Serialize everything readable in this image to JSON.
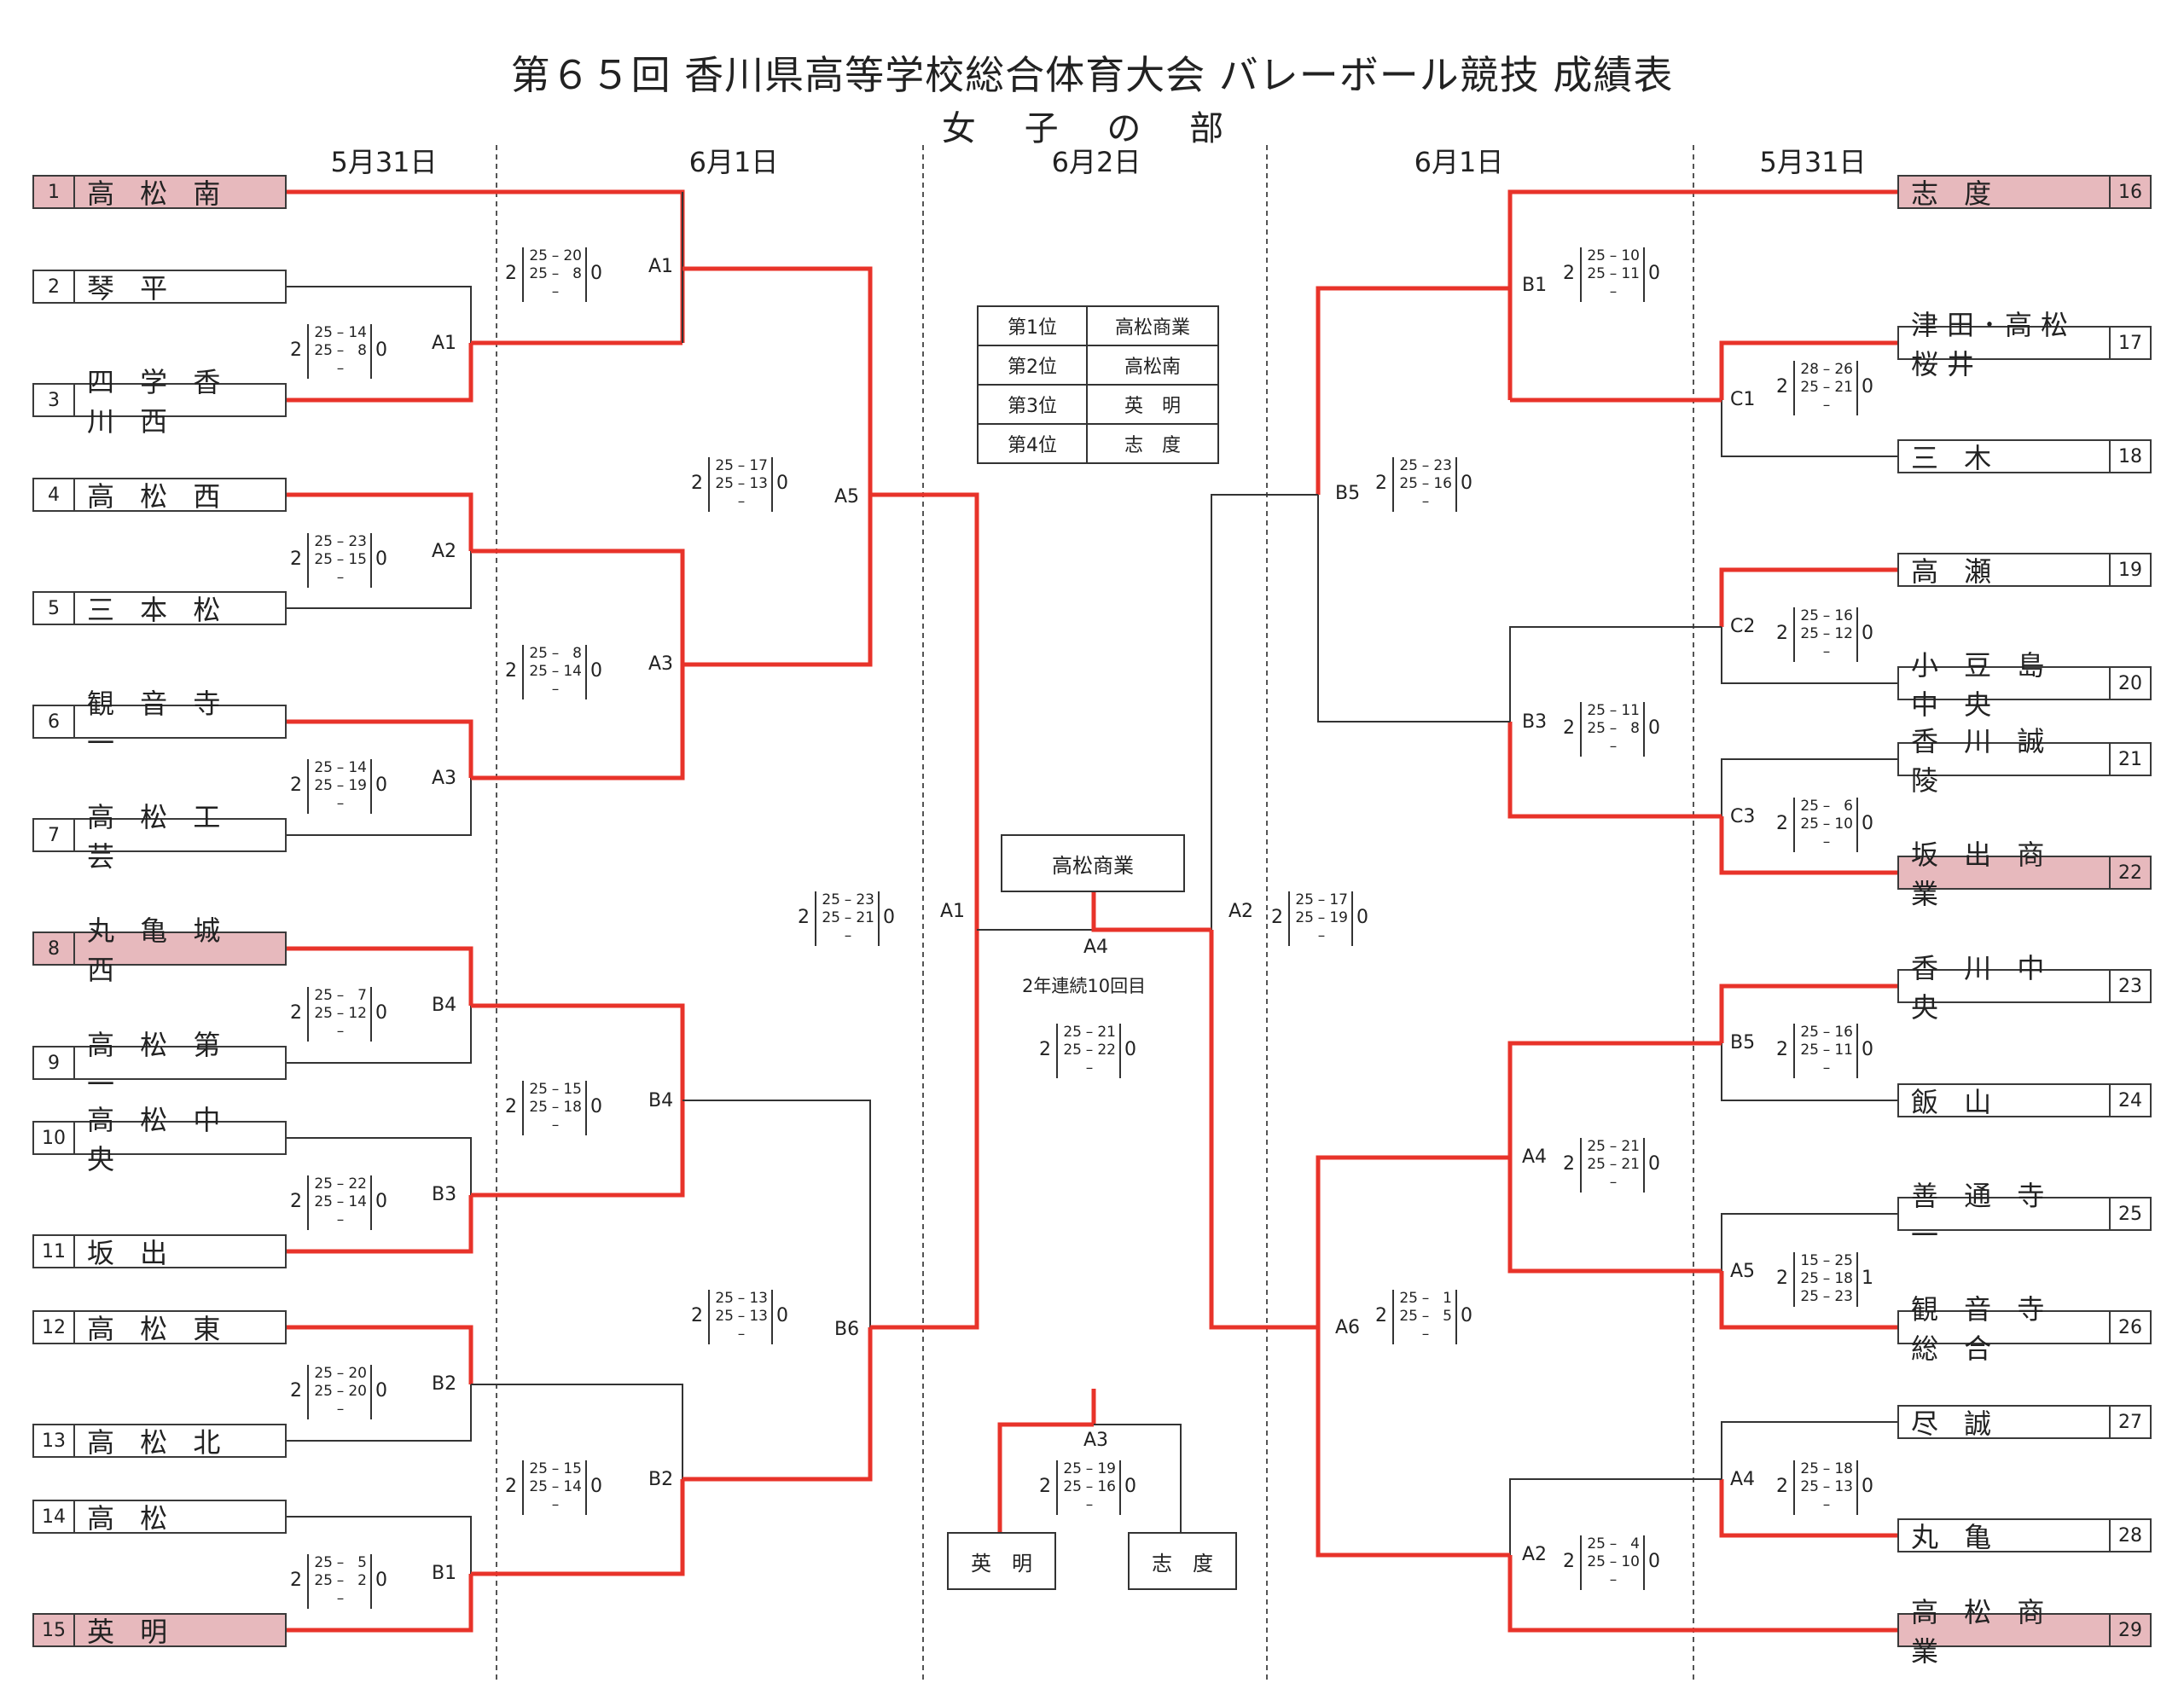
{
  "title": "第６５回 香川県高等学校総合体育大会 バレーボール競技 成績表",
  "subtitle": "女 子 の 部",
  "dates": {
    "left_r1": "5月31日",
    "left_r2": "6月1日",
    "center": "6月2日",
    "right_r2": "6月1日",
    "right_r1": "5月31日"
  },
  "teams_left": [
    {
      "num": "1",
      "name": "高 松 南",
      "hl": true
    },
    {
      "num": "2",
      "name": "琴 平",
      "hl": false
    },
    {
      "num": "3",
      "name": "四 学 香 川 西",
      "hl": false
    },
    {
      "num": "4",
      "name": "高 松 西",
      "hl": false
    },
    {
      "num": "5",
      "name": "三 本 松",
      "hl": false
    },
    {
      "num": "6",
      "name": "観 音 寺 一",
      "hl": false
    },
    {
      "num": "7",
      "name": "高 松 工 芸",
      "hl": false
    },
    {
      "num": "8",
      "name": "丸 亀 城 西",
      "hl": true
    },
    {
      "num": "9",
      "name": "高 松 第 一",
      "hl": false
    },
    {
      "num": "10",
      "name": "高 松 中 央",
      "hl": false
    },
    {
      "num": "11",
      "name": "坂 出",
      "hl": false
    },
    {
      "num": "12",
      "name": "高 松 東",
      "hl": false
    },
    {
      "num": "13",
      "name": "高 松 北",
      "hl": false
    },
    {
      "num": "14",
      "name": "高 松",
      "hl": false
    },
    {
      "num": "15",
      "name": "英 明",
      "hl": true
    }
  ],
  "teams_right": [
    {
      "num": "16",
      "name": "志 度",
      "hl": true
    },
    {
      "num": "17",
      "name": "津田･高松桜井",
      "hl": false
    },
    {
      "num": "18",
      "name": "三 木",
      "hl": false
    },
    {
      "num": "19",
      "name": "高 瀬",
      "hl": false
    },
    {
      "num": "20",
      "name": "小 豆 島 中 央",
      "hl": false
    },
    {
      "num": "21",
      "name": "香 川 誠 陵",
      "hl": false
    },
    {
      "num": "22",
      "name": "坂 出 商 業",
      "hl": true
    },
    {
      "num": "23",
      "name": "香 川 中 央",
      "hl": false
    },
    {
      "num": "24",
      "name": "飯 山",
      "hl": false
    },
    {
      "num": "25",
      "name": "善 通 寺 一",
      "hl": false
    },
    {
      "num": "26",
      "name": "観 音 寺 総 合",
      "hl": false
    },
    {
      "num": "27",
      "name": "尽 誠",
      "hl": false
    },
    {
      "num": "28",
      "name": "丸 亀",
      "hl": false
    },
    {
      "num": "29",
      "name": "高 松 商 業",
      "hl": true
    }
  ],
  "match_labels": {
    "l1": "A1",
    "l2": "A2",
    "l3": "A3",
    "l4": "B4",
    "l5": "B3",
    "l6": "B2",
    "l7": "B1",
    "l2_1": "A1",
    "l2_2": "A3",
    "l2_3": "B4",
    "l2_4": "B2",
    "l3_1": "A5",
    "l3_2": "B6",
    "l4_1": "A1",
    "r1": "C1",
    "r2": "C2",
    "r3": "C3",
    "r4": "B5",
    "r5": "A5",
    "r6": "A4",
    "r2_1": "B1",
    "r2_2": "B3",
    "r2_3": "A4",
    "r2_4": "A2",
    "r3_1": "B5",
    "r3_2": "A6",
    "r4_1": "A2",
    "final": "A4",
    "third": "A3"
  },
  "scores": [
    {
      "id": "s_l1",
      "w": "2",
      "l": "0",
      "sets": [
        [
          "25",
          "14"
        ],
        [
          "25",
          "8"
        ],
        [
          "",
          ""
        ]
      ]
    },
    {
      "id": "s_l2",
      "w": "2",
      "l": "0",
      "sets": [
        [
          "25",
          "23"
        ],
        [
          "25",
          "15"
        ],
        [
          "",
          ""
        ]
      ]
    },
    {
      "id": "s_l3",
      "w": "2",
      "l": "0",
      "sets": [
        [
          "25",
          "14"
        ],
        [
          "25",
          "19"
        ],
        [
          "",
          ""
        ]
      ]
    },
    {
      "id": "s_l4",
      "w": "2",
      "l": "0",
      "sets": [
        [
          "25",
          "7"
        ],
        [
          "25",
          "12"
        ],
        [
          "",
          ""
        ]
      ]
    },
    {
      "id": "s_l5",
      "w": "2",
      "l": "0",
      "sets": [
        [
          "25",
          "22"
        ],
        [
          "25",
          "14"
        ],
        [
          "",
          ""
        ]
      ]
    },
    {
      "id": "s_l6",
      "w": "2",
      "l": "0",
      "sets": [
        [
          "25",
          "20"
        ],
        [
          "25",
          "20"
        ],
        [
          "",
          ""
        ]
      ]
    },
    {
      "id": "s_l7",
      "w": "2",
      "l": "0",
      "sets": [
        [
          "25",
          "5"
        ],
        [
          "25",
          "2"
        ],
        [
          "",
          ""
        ]
      ]
    },
    {
      "id": "s_l2_1",
      "w": "2",
      "l": "0",
      "sets": [
        [
          "25",
          "20"
        ],
        [
          "25",
          "8"
        ],
        [
          "",
          ""
        ]
      ]
    },
    {
      "id": "s_l2_2",
      "w": "2",
      "l": "0",
      "sets": [
        [
          "25",
          "8"
        ],
        [
          "25",
          "14"
        ],
        [
          "",
          ""
        ]
      ]
    },
    {
      "id": "s_l2_3",
      "w": "2",
      "l": "0",
      "sets": [
        [
          "25",
          "15"
        ],
        [
          "25",
          "18"
        ],
        [
          "",
          ""
        ]
      ]
    },
    {
      "id": "s_l2_4",
      "w": "2",
      "l": "0",
      "sets": [
        [
          "25",
          "15"
        ],
        [
          "25",
          "14"
        ],
        [
          "",
          ""
        ]
      ]
    },
    {
      "id": "s_l3_1",
      "w": "2",
      "l": "0",
      "sets": [
        [
          "25",
          "17"
        ],
        [
          "25",
          "13"
        ],
        [
          "",
          ""
        ]
      ]
    },
    {
      "id": "s_l3_2",
      "w": "2",
      "l": "0",
      "sets": [
        [
          "25",
          "13"
        ],
        [
          "25",
          "13"
        ],
        [
          "",
          ""
        ]
      ]
    },
    {
      "id": "s_l4_1",
      "w": "2",
      "l": "0",
      "sets": [
        [
          "25",
          "23"
        ],
        [
          "25",
          "21"
        ],
        [
          "",
          ""
        ]
      ]
    },
    {
      "id": "s_r2_1",
      "w": "2",
      "l": "0",
      "sets": [
        [
          "25",
          "10"
        ],
        [
          "25",
          "11"
        ],
        [
          "",
          ""
        ]
      ]
    },
    {
      "id": "s_r1",
      "w": "2",
      "l": "0",
      "sets": [
        [
          "28",
          "26"
        ],
        [
          "25",
          "21"
        ],
        [
          "",
          ""
        ]
      ]
    },
    {
      "id": "s_r3_1",
      "w": "2",
      "l": "0",
      "sets": [
        [
          "25",
          "23"
        ],
        [
          "25",
          "16"
        ],
        [
          "",
          ""
        ]
      ]
    },
    {
      "id": "s_r2",
      "w": "2",
      "l": "0",
      "sets": [
        [
          "25",
          "16"
        ],
        [
          "25",
          "12"
        ],
        [
          "",
          ""
        ]
      ]
    },
    {
      "id": "s_r2_2",
      "w": "2",
      "l": "0",
      "sets": [
        [
          "25",
          "11"
        ],
        [
          "25",
          "8"
        ],
        [
          "",
          ""
        ]
      ]
    },
    {
      "id": "s_r3",
      "w": "2",
      "l": "0",
      "sets": [
        [
          "25",
          "6"
        ],
        [
          "25",
          "10"
        ],
        [
          "",
          ""
        ]
      ]
    },
    {
      "id": "s_r4_1",
      "w": "2",
      "l": "0",
      "sets": [
        [
          "25",
          "17"
        ],
        [
          "25",
          "19"
        ],
        [
          "",
          ""
        ]
      ]
    },
    {
      "id": "s_r4",
      "w": "2",
      "l": "0",
      "sets": [
        [
          "25",
          "16"
        ],
        [
          "25",
          "11"
        ],
        [
          "",
          ""
        ]
      ]
    },
    {
      "id": "s_r2_3",
      "w": "2",
      "l": "0",
      "sets": [
        [
          "25",
          "21"
        ],
        [
          "25",
          "21"
        ],
        [
          "",
          ""
        ]
      ]
    },
    {
      "id": "s_r5",
      "w": "2",
      "l": "1",
      "sets": [
        [
          "15",
          "25"
        ],
        [
          "25",
          "18"
        ],
        [
          "25",
          "23"
        ]
      ]
    },
    {
      "id": "s_r3_2",
      "w": "2",
      "l": "0",
      "sets": [
        [
          "25",
          "1"
        ],
        [
          "25",
          "5"
        ],
        [
          "",
          ""
        ]
      ]
    },
    {
      "id": "s_r6",
      "w": "2",
      "l": "0",
      "sets": [
        [
          "25",
          "18"
        ],
        [
          "25",
          "13"
        ],
        [
          "",
          ""
        ]
      ]
    },
    {
      "id": "s_r2_4",
      "w": "2",
      "l": "0",
      "sets": [
        [
          "25",
          "4"
        ],
        [
          "25",
          "10"
        ],
        [
          "",
          ""
        ]
      ]
    },
    {
      "id": "s_final",
      "w": "2",
      "l": "0",
      "sets": [
        [
          "25",
          "21"
        ],
        [
          "25",
          "22"
        ],
        [
          "",
          ""
        ]
      ]
    },
    {
      "id": "s_third",
      "w": "2",
      "l": "0",
      "sets": [
        [
          "25",
          "19"
        ],
        [
          "25",
          "16"
        ],
        [
          "",
          ""
        ]
      ]
    }
  ],
  "rankings": [
    {
      "place": "第1位",
      "team": "高松商業"
    },
    {
      "place": "第2位",
      "team": "高松南"
    },
    {
      "place": "第3位",
      "team": "英　明"
    },
    {
      "place": "第4位",
      "team": "志　度"
    }
  ],
  "champion": "高松商業",
  "champion_note": "2年連続10回目",
  "third_place_teams": [
    "英　明",
    "志　度"
  ],
  "colors": {
    "winner_line": "#e8332a",
    "line": "#333333",
    "highlight": "#e7b9bd"
  }
}
